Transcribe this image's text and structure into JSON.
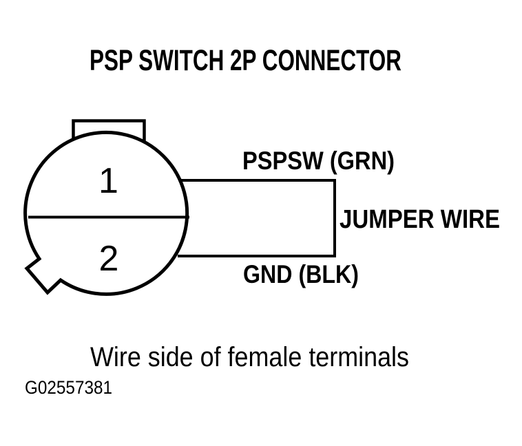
{
  "page": {
    "background": "#ffffff",
    "ink": "#000000"
  },
  "diagram": {
    "title": "PSP SWITCH 2P CONNECTOR",
    "connector": {
      "type": "2P round connector, wire side view",
      "terminals": [
        {
          "number": "1",
          "wire": {
            "label": "PSPSW (GRN)"
          }
        },
        {
          "number": "2",
          "wire": {
            "label": "GND (BLK)"
          }
        }
      ],
      "jumper": {
        "label": "JUMPER WIRE"
      }
    },
    "caption": "Wire side of female terminals",
    "figure_id": "G02557381"
  }
}
